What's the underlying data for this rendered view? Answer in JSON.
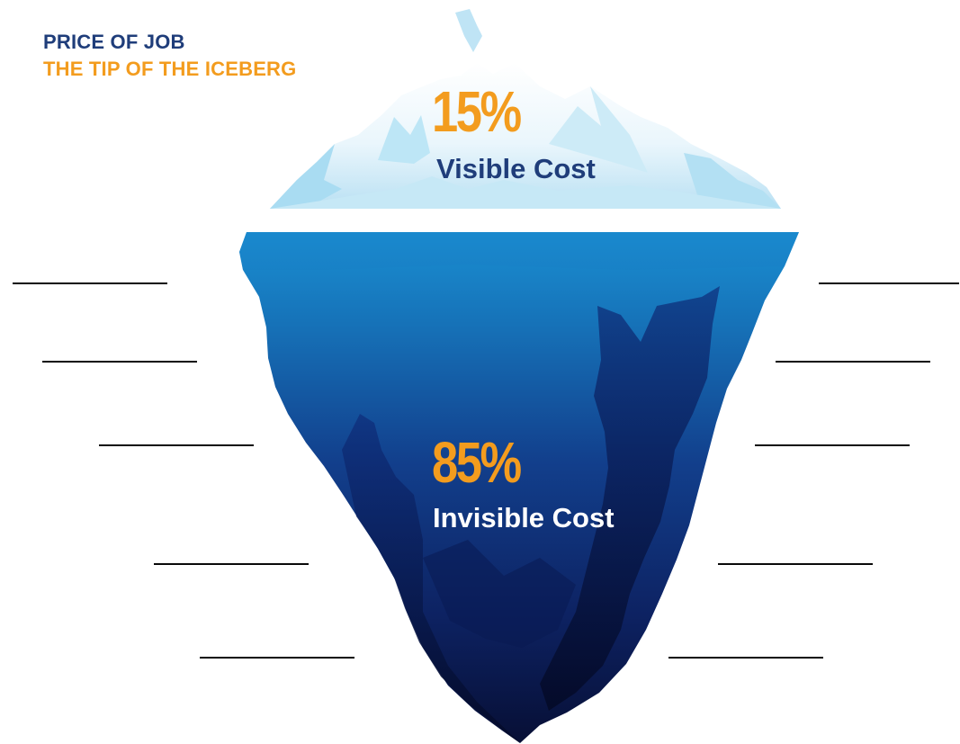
{
  "heading": {
    "title": "PRICE OF JOB",
    "subtitle": "THE TIP OF THE ICEBERG"
  },
  "visible": {
    "percent": "15%",
    "label": "Visible Cost"
  },
  "invisible": {
    "percent": "85%",
    "label": "Invisible Cost"
  },
  "colors": {
    "navy": "#1f3d7a",
    "orange": "#f39c1e",
    "ice_light": "#d2ecf8",
    "water_top": "#1b8fd0",
    "water_deep": "#0a1640"
  }
}
